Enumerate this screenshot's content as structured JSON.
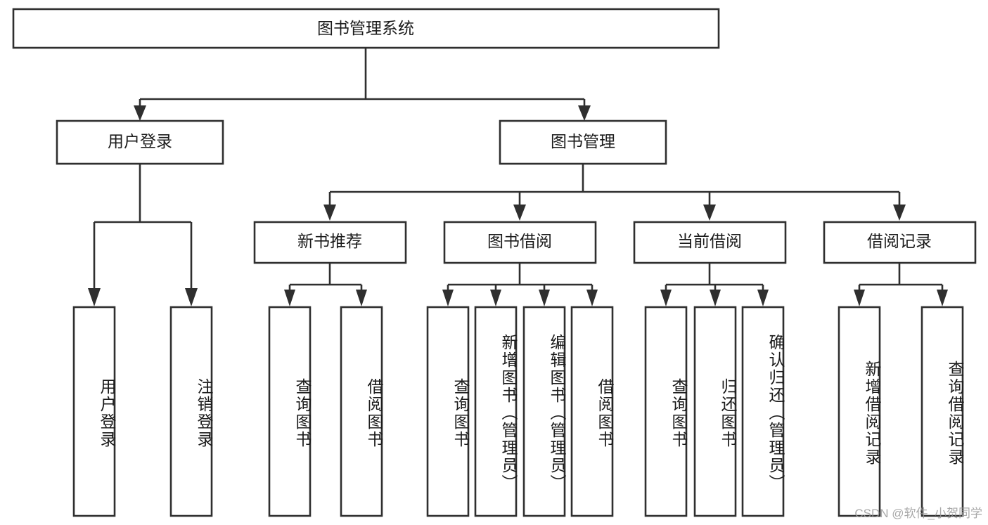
{
  "diagram": {
    "type": "tree",
    "title": "图书管理系统",
    "orientation": "top-down",
    "background_color": "#ffffff",
    "node_fill": "#ffffff",
    "node_stroke": "#2f2f2f",
    "text_color": "#1b1b1b",
    "levels": {
      "root": {
        "label": "图书管理系统"
      },
      "level2": [
        {
          "label": "用户登录"
        },
        {
          "label": "图书管理"
        }
      ],
      "level3": [
        {
          "label": "新书推荐"
        },
        {
          "label": "图书借阅"
        },
        {
          "label": "当前借阅"
        },
        {
          "label": "借阅记录"
        }
      ],
      "leaves": {
        "user_login": [
          {
            "label": "用户登录"
          },
          {
            "label": "注销登录"
          }
        ],
        "new_book_recommend": [
          {
            "label": "查询图书"
          },
          {
            "label": "借阅图书"
          }
        ],
        "book_borrow": [
          {
            "label": "查询图书"
          },
          {
            "label": "新增图书（管理员）"
          },
          {
            "label": "编辑图书（管理员）"
          },
          {
            "label": "借阅图书"
          }
        ],
        "current_borrow": [
          {
            "label": "查询图书"
          },
          {
            "label": "归还图书"
          },
          {
            "label": "确认归还（管理员）"
          }
        ],
        "borrow_record": [
          {
            "label": "新增借阅记录"
          },
          {
            "label": "查询借阅记录"
          }
        ]
      }
    }
  },
  "watermark": {
    "text": "CSDN @软件_小贺同学"
  }
}
